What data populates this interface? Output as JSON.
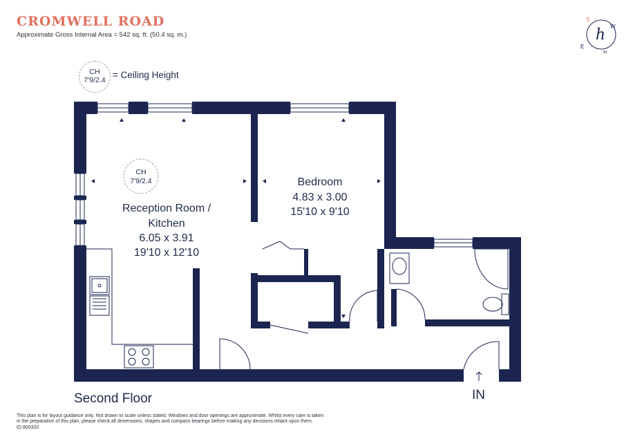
{
  "header": {
    "title": "CROMWELL ROAD",
    "area_text": "Approximate Gross Internal Area  = 542 sq. ft. (50.4 sq. m.)"
  },
  "legend": {
    "code": "CH",
    "value": "7'9/2.4",
    "text": "= Ceiling Height"
  },
  "rooms": {
    "reception": {
      "name_line1": "Reception Room /",
      "name_line2": "Kitchen",
      "metric": "6.05 x 3.91",
      "imperial": "19'10 x 12'10",
      "ch_code": "CH",
      "ch_value": "7'9/2.4"
    },
    "bedroom": {
      "name": "Bedroom",
      "metric": "4.83 x 3.00",
      "imperial": "15'10 x 9'10"
    }
  },
  "floor_label": "Second Floor",
  "entrance_label": "IN",
  "compass": {
    "letters": [
      "S",
      "W",
      "E",
      "N"
    ],
    "logo_letter": "h"
  },
  "disclaimer": [
    "This plan is for layout guidance only. Not drawn to scale unless stated. Windows and door openings are approximate. Whilst every care is taken",
    "in the preparation of this plan, please check all dimensions, shapes and compass bearings before making any decisions reliant upon them.",
    "ID 800320"
  ],
  "colors": {
    "wall": "#1b2550",
    "accent": "#e0705e",
    "text": "#1f2a4a"
  }
}
